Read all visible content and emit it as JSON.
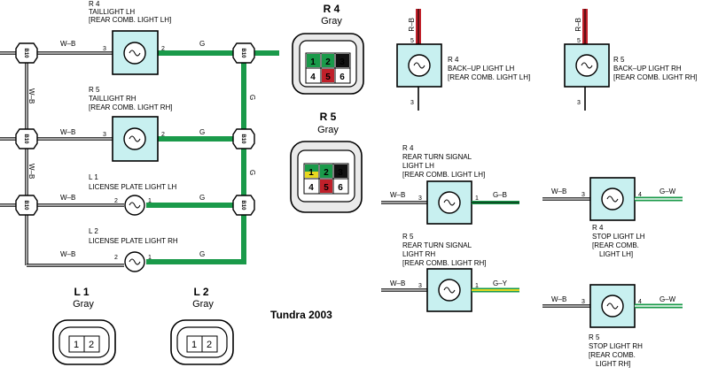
{
  "diagram_title": "Tundra 2003",
  "wires": {
    "wb": "W–B",
    "g": "G",
    "gb": "G–B",
    "gy": "G–Y",
    "gw": "G–W",
    "rb": "R–B"
  },
  "junction_label": "B10",
  "components": {
    "r4_tail": {
      "id": "R 4",
      "name": "TAILLIGHT LH",
      "sub": "[REAR COMB.  LIGHT LH]",
      "pin_l": "3",
      "pin_r": "2"
    },
    "r5_tail": {
      "id": "R 5",
      "name": "TAILLIGHT RH",
      "sub": "[REAR COMB.  LIGHT RH]",
      "pin_l": "3",
      "pin_r": "2"
    },
    "l1": {
      "id": "L 1",
      "name": "LICENSE PLATE LIGHT LH",
      "pin_l": "2",
      "pin_r": "1"
    },
    "l2": {
      "id": "L 2",
      "name": "LICENSE PLATE LIGHT RH",
      "pin_l": "2",
      "pin_r": "1"
    },
    "r4_backup": {
      "id": "R 4",
      "name": "BACK–UP LIGHT LH",
      "sub": "[REAR COMB.  LIGHT LH]",
      "pin_t": "5",
      "pin_b": "3"
    },
    "r5_backup": {
      "id": "R 5",
      "name": "BACK–UP LIGHT RH",
      "sub": "[REAR COMB.  LIGHT RH]",
      "pin_t": "5",
      "pin_b": "3"
    },
    "r4_turn": {
      "id": "R 4",
      "name1": "REAR TURN SIGNAL",
      "name2": "LIGHT LH",
      "sub": "[REAR COMB.  LIGHT LH]",
      "pin_l": "3",
      "pin_r": "1"
    },
    "r5_turn": {
      "id": "R 5",
      "name1": "REAR TURN SIGNAL",
      "name2": "LIGHT RH",
      "sub": "[REAR COMB.  LIGHT RH]",
      "pin_l": "3",
      "pin_r": "1"
    },
    "r4_stop": {
      "id": "R 4",
      "name": "STOP LIGHT LH",
      "sub1": "[REAR COMB.",
      "sub2": "LIGHT LH]",
      "pin_l": "3",
      "pin_r": "4"
    },
    "r5_stop": {
      "id": "R 5",
      "name": "STOP LIGHT RH",
      "sub1": "[REAR COMB.",
      "sub2": "LIGHT RH]",
      "pin_l": "3",
      "pin_r": "4"
    }
  },
  "connectors": {
    "r4": {
      "id": "R 4",
      "color": "Gray",
      "pins": [
        "1",
        "2",
        "3",
        "4",
        "5",
        "6"
      ]
    },
    "r5": {
      "id": "R 5",
      "color": "Gray",
      "pins": [
        "1",
        "2",
        "3",
        "4",
        "5",
        "6"
      ]
    },
    "l1": {
      "id": "L 1",
      "color": "Gray",
      "pins": [
        "1",
        "2"
      ]
    },
    "l2": {
      "id": "L 2",
      "color": "Gray",
      "pins": [
        "1",
        "2"
      ]
    }
  },
  "colors": {
    "green_wire": "#1a9a4a",
    "red_wire": "#c0202a",
    "yellow_wire": "#e8d820",
    "box_fill": "#c8f0f0"
  }
}
